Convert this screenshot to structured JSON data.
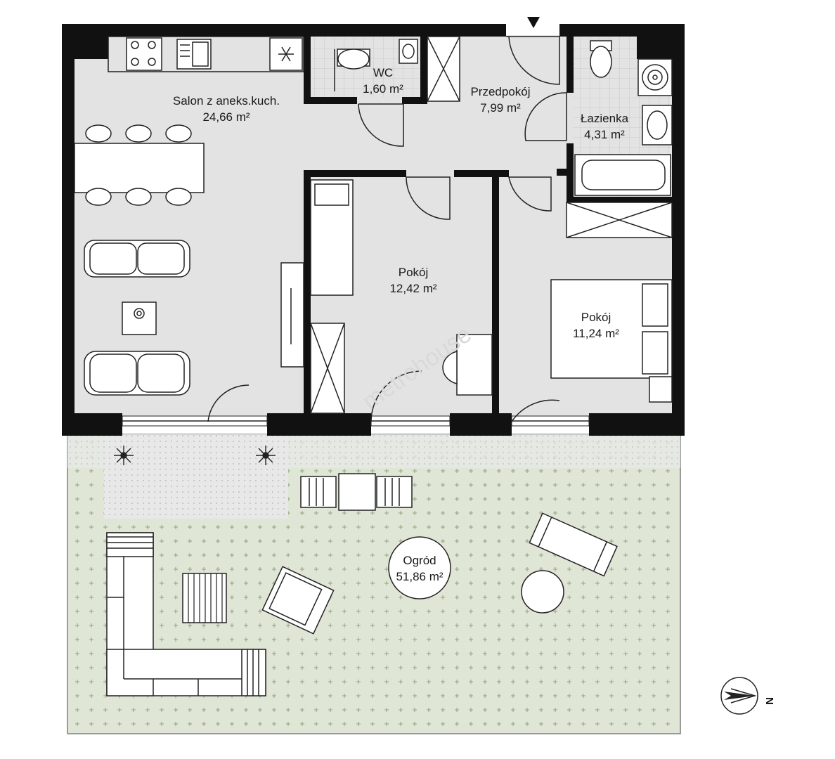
{
  "rooms": {
    "salon": {
      "name": "Salon z aneks.kuch.",
      "area": "24,66 m²"
    },
    "wc": {
      "name": "WC",
      "area": "1,60 m²"
    },
    "przedpokoj": {
      "name": "Przedpokój",
      "area": "7,99 m²"
    },
    "lazienka": {
      "name": "Łazienka",
      "area": "4,31 m²"
    },
    "pokoj1": {
      "name": "Pokój",
      "area": "12,42 m²"
    },
    "pokoj2": {
      "name": "Pokój",
      "area": "11,24 m²"
    },
    "ogrod": {
      "name": "Ogród",
      "area": "51,86 m²"
    }
  },
  "watermark": "metrohouse",
  "compass": {
    "letter": "N"
  },
  "colors": {
    "wall": "#111111",
    "floor": "#e3e3e3",
    "garden": "#dfe6d6",
    "paving": "#e8e8e8"
  },
  "icons": [
    "snowflake-icon",
    "compass-icon",
    "entrance-arrow-icon",
    "plant-icon"
  ]
}
